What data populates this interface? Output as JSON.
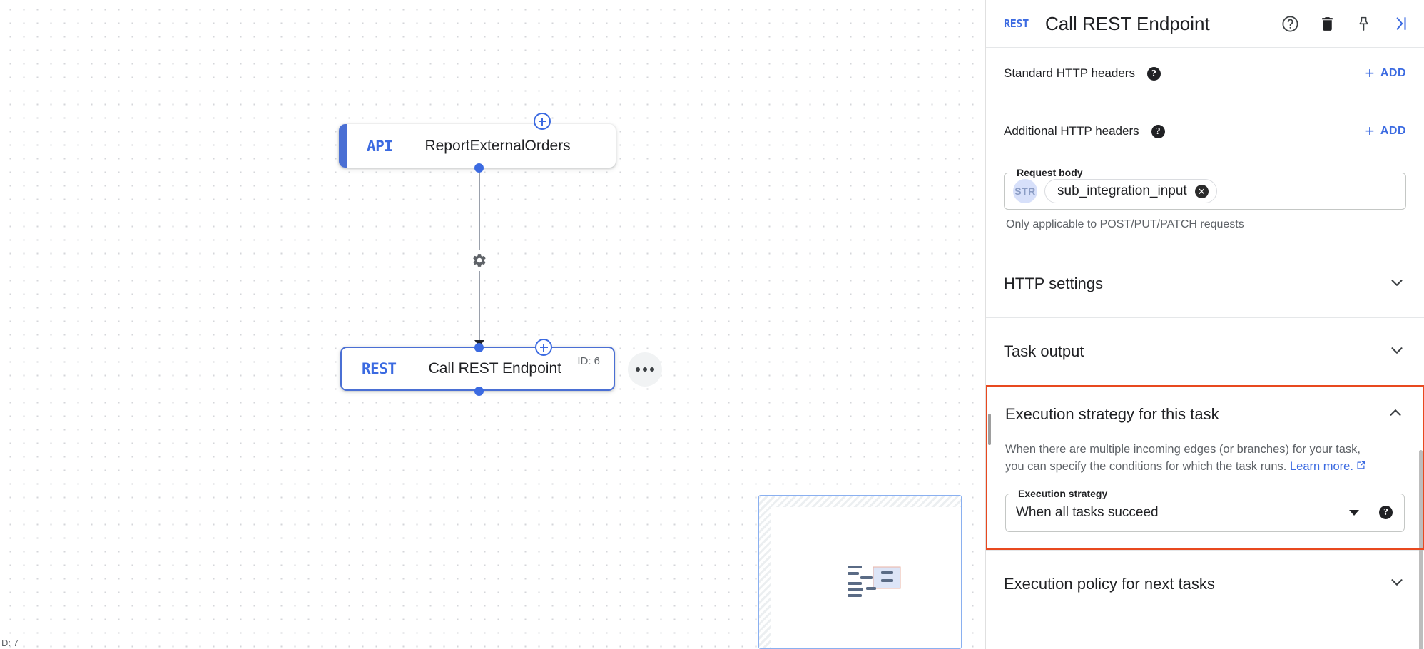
{
  "canvas": {
    "zoom_label": "D: 7",
    "nodes": [
      {
        "badge": "API",
        "title": "ReportExternalOrders",
        "id_label": ""
      },
      {
        "badge": "REST",
        "title": "Call REST Endpoint",
        "id_label": "ID: 6"
      }
    ],
    "more_button_label": "•••",
    "accent_blue": "#3b6ae1"
  },
  "panel": {
    "header": {
      "badge": "REST",
      "title": "Call REST Endpoint",
      "icons": [
        "help-icon",
        "delete-icon",
        "pin-icon",
        "collapse-panel-icon"
      ]
    },
    "standard_headers": {
      "label": "Standard HTTP headers",
      "add_label": "ADD",
      "add_plus": "+"
    },
    "additional_headers": {
      "label": "Additional HTTP headers",
      "add_label": "ADD",
      "add_plus": "+"
    },
    "request_body": {
      "legend": "Request body",
      "type_badge": "STR",
      "chip_value": "sub_integration_input",
      "chip_remove": "✕",
      "hint": "Only applicable to POST/PUT/PATCH requests"
    },
    "sections": [
      {
        "title": "HTTP settings",
        "state": "collapsed"
      },
      {
        "title": "Task output",
        "state": "collapsed"
      }
    ],
    "execution_strategy": {
      "title": "Execution strategy for this task",
      "state": "expanded",
      "description_1": "When there are multiple incoming edges (or branches) for your task,",
      "description_2": "you can specify the conditions for which the task runs.",
      "link_text": "Learn more.",
      "field_legend": "Execution strategy",
      "selected_value": "When all tasks succeed",
      "highlight_color": "#e8491f"
    },
    "execution_policy": {
      "title": "Execution policy for next tasks",
      "state": "collapsed"
    }
  }
}
